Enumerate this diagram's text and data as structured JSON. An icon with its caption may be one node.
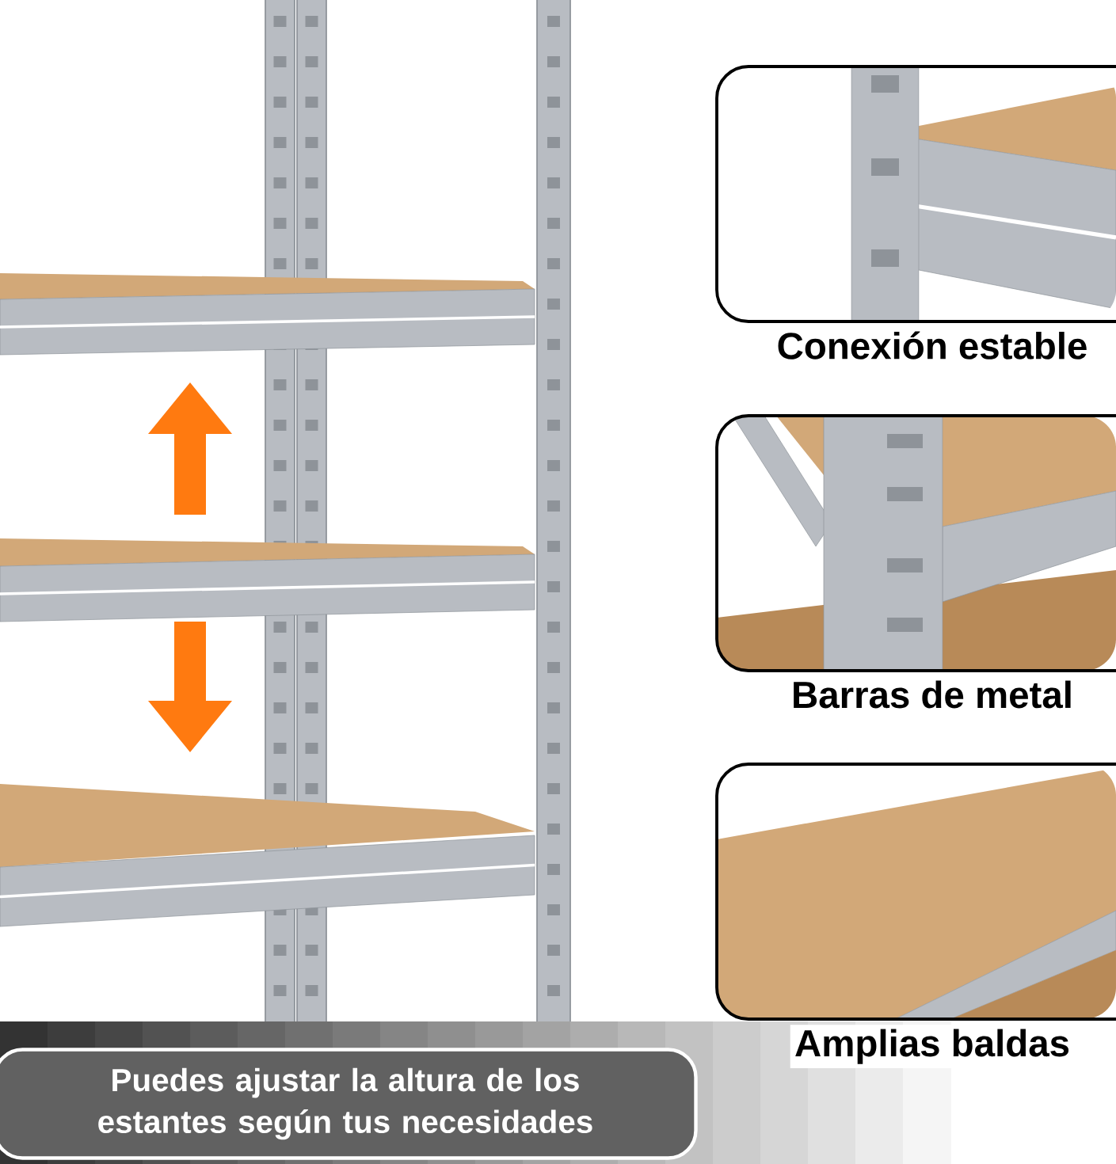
{
  "diagram": {
    "nodes": [
      {
        "text": [
          "Conexión estable"
        ]
      },
      {
        "text": [
          "Barras de metal"
        ]
      },
      {
        "text": [
          "Amplias baldas"
        ]
      },
      {
        "text": [
          "Puedes ajustar la altura de los estantes según tus necesidades"
        ]
      }
    ]
  }
}
